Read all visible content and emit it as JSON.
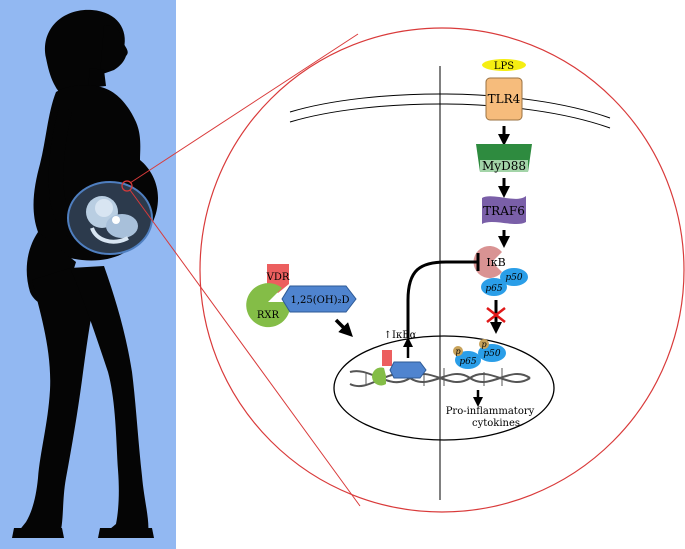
{
  "labels": {
    "lps": "LPS",
    "tlr4": "TLR4",
    "myd88": "MyD88",
    "traf6": "TRAF6",
    "ikb": "IκB",
    "p50_cyto": "p50",
    "p65_cyto": "p65",
    "vdr": "VDR",
    "rxr": "RXR",
    "vitd": "1,25(OH)₂D",
    "ikba_up": "↑IκBα",
    "p_a": "p",
    "p_b": "p",
    "p50_nuc": "p50",
    "p65_nuc": "p65",
    "cytokines_line1": "Pro-inflammatory",
    "cytokines_line2": "cytokines"
  },
  "colors": {
    "panel_bg": "#92b8f2",
    "silhouette": "#050505",
    "zoom_circle": "#d93a3a",
    "lps": "#f5ee12",
    "tlr4": "#f6bc7c",
    "myd88": "#2e8b3f",
    "traf6": "#7a5fa8",
    "ikb": "#d99393",
    "nfkb": "#2a9ee8",
    "vdr": "#ec5f5f",
    "rxr": "#84bd47",
    "vitd": "#4f84cf",
    "phospho": "#c8a25a",
    "inhibit_x": "#e01818"
  },
  "icons": [
    "fetus-icon",
    "dna-helix-icon",
    "inhibition-x-icon"
  ]
}
